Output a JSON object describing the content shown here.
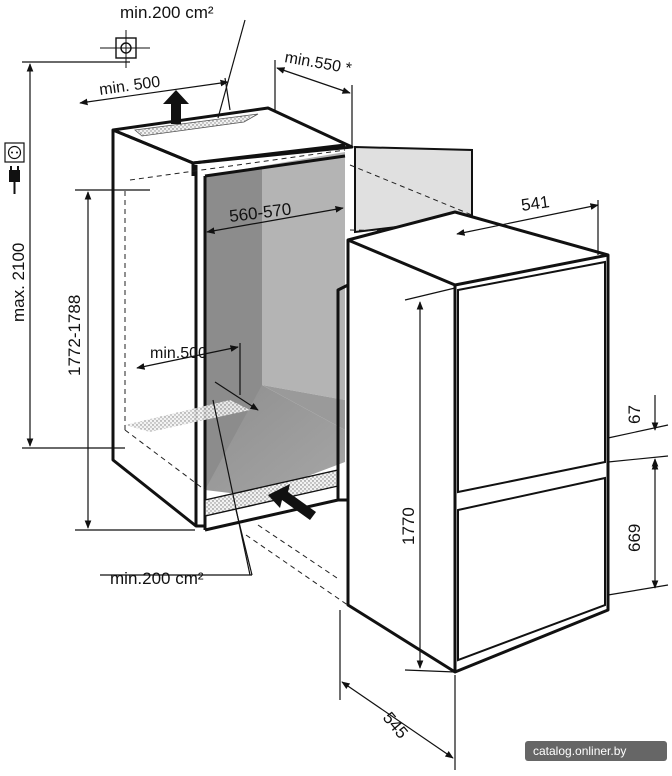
{
  "labels": {
    "vent_top_area": "min.200 cm²",
    "vent_top_width": "min. 500",
    "door_clearance": "min.550 *",
    "max_niche_height": "max. 2100",
    "niche_height": "1772-1788",
    "niche_width": "560-570",
    "vent_bottom_width": "min.500",
    "vent_bottom_area": "min.200 cm²",
    "appliance_width": "541",
    "appliance_height": "1770",
    "appliance_depth": "545",
    "gap_dimension": "67",
    "lower_door_height": "669"
  },
  "watermark": "catalog.onliner.by",
  "icons": [
    "socket-icon",
    "plug-icon",
    "crosshair-icon",
    "arrow-up-icon",
    "arrow-in-icon"
  ],
  "colors": {
    "niche_interior": "#9a9a9a",
    "door_panel": "#e0e0e0",
    "line": "#111111"
  }
}
